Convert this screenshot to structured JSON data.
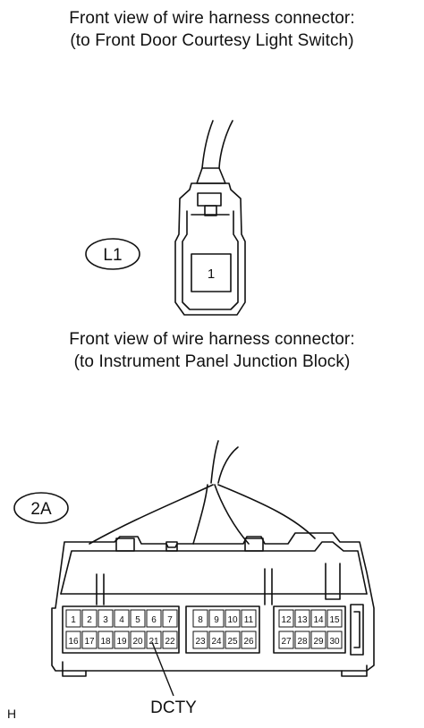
{
  "connector_1": {
    "caption_line1": "Front view of wire harness connector:",
    "caption_line2": "(to Front Door Courtesy Light Switch)",
    "code": "L1",
    "pins": [
      "1"
    ]
  },
  "connector_2": {
    "caption_line1": "Front view of wire harness connector:",
    "caption_line2": "(to Instrument Panel Junction Block)",
    "code": "2A",
    "pins_group_a_row1": [
      "1",
      "2",
      "3",
      "4",
      "5",
      "6",
      "7"
    ],
    "pins_group_a_row2": [
      "16",
      "17",
      "18",
      "19",
      "20",
      "21",
      "22"
    ],
    "pins_group_b_row1": [
      "8",
      "9",
      "10",
      "11"
    ],
    "pins_group_b_row2": [
      "23",
      "24",
      "25",
      "26"
    ],
    "pins_group_c_row1": [
      "12",
      "13",
      "14",
      "15"
    ],
    "pins_group_c_row2": [
      "27",
      "28",
      "29",
      "30"
    ],
    "callout": "DCTY"
  },
  "footer": {
    "mark": "H"
  }
}
